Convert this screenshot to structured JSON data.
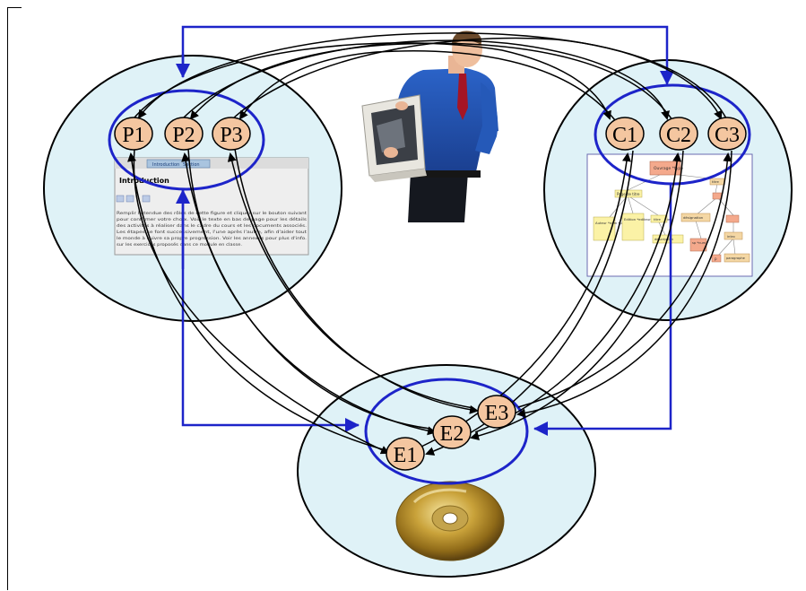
{
  "diagram": {
    "presentation_nodes": [
      "P1",
      "P2",
      "P3"
    ],
    "concept_nodes": [
      "C1",
      "C2",
      "C3"
    ],
    "exercise_nodes": [
      "E1",
      "E2",
      "E3"
    ],
    "colors": {
      "group_fill": "#dff2f7",
      "node_fill": "#f4c6a0",
      "blue_connector": "#1d24c9",
      "black_link": "#000000"
    }
  },
  "presentation_thumbnail": {
    "tabs": [
      "Introduction",
      "Section"
    ],
    "heading": "Introduction",
    "body_lines": [
      "Remplir l'étendue des rôles de cette figure et cliquer sur le bouton suivant",
      "pour confirmer votre choix. Voir le texte en bas de page pour les détails",
      "des activités à réaliser dans le cadre du cours et les documents associés.",
      "Les étapes se font successivement, l'une après l'autre, afin d'aider tout",
      "le monde à suivre sa propre progression. Voir les annexes pour plus d'info.",
      "sur les exercices proposés dans ce module en classe."
    ]
  },
  "concept_map": {
    "boxes": [
      "Ouvrage *type",
      "Page de titre",
      "titre",
      "Auteur *nom *prenom",
      "Edition *editeur *lieu *date",
      "titre",
      "désignation",
      "sp *num",
      "intro",
      "description",
      "p",
      "paragraphe"
    ]
  }
}
